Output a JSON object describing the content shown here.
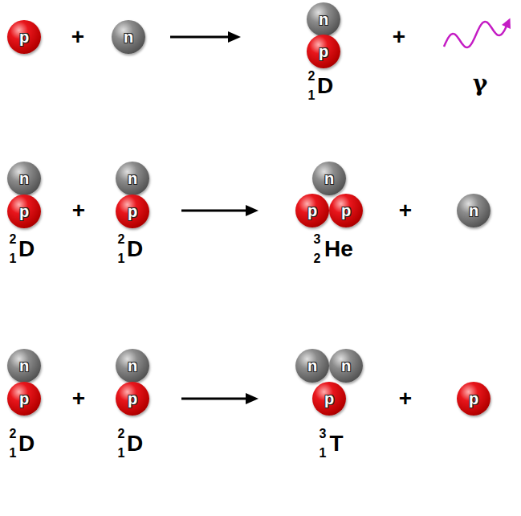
{
  "diagram": {
    "nodes": [
      {
        "text": [
          "p"
        ]
      },
      {
        "text": [
          "n"
        ]
      },
      {
        "text": [
          "n"
        ]
      },
      {
        "text": [
          "p"
        ]
      },
      {
        "text": [
          "n"
        ]
      },
      {
        "text": [
          "p"
        ]
      },
      {
        "text": [
          "n"
        ]
      },
      {
        "text": [
          "p"
        ]
      },
      {
        "text": [
          "n"
        ]
      },
      {
        "text": [
          "p"
        ]
      },
      {
        "text": [
          "p"
        ]
      },
      {
        "text": [
          "n"
        ]
      },
      {
        "text": [
          "n"
        ]
      },
      {
        "text": [
          "p"
        ]
      },
      {
        "text": [
          "n"
        ]
      },
      {
        "text": [
          "p"
        ]
      },
      {
        "text": [
          "n"
        ]
      },
      {
        "text": [
          "n"
        ]
      },
      {
        "text": [
          "p"
        ]
      },
      {
        "text": [
          "p"
        ]
      }
    ],
    "labels": [
      "+",
      "2",
      "1",
      "D",
      "+",
      "γ",
      "2",
      "1",
      "D",
      "+",
      "2",
      "1",
      "D",
      "3",
      "2",
      "He",
      "+",
      "2",
      "1",
      "D",
      "+",
      "2",
      "1",
      "D",
      "3",
      "1",
      "T",
      "+"
    ]
  }
}
